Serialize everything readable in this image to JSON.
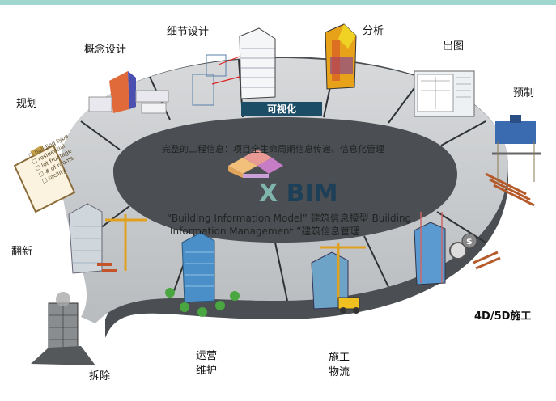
{
  "stages": {
    "planning": "规划",
    "concept": "概念设计",
    "detail": "细节设计",
    "analysis": "分析",
    "drawing": "出图",
    "prefab": "预制",
    "construction_4d5d": "4D/5D施工",
    "logistics_line1": "施工",
    "logistics_line2": "物流",
    "operation_line1": "运营",
    "operation_line2": "维护",
    "demolition": "拆除",
    "renovation": "翻新"
  },
  "visualization_tab": "可视化",
  "center_info": "完整的工程信息：项目全生命周期信息传递、信息化管理",
  "logo": {
    "prefix": "X",
    "word": "BIM"
  },
  "description": {
    "line1": "“Building Information Model” 建筑信息模型  Building",
    "line2": "Information Management ”建筑信息管理"
  },
  "checklist_lines": [
    "☐ building type",
    "☐ residential",
    "☐ lot frontage",
    "☐ # of rooms",
    "☐ facility"
  ],
  "colors": {
    "ring_top": "#c9cbcd",
    "ring_side": "#4b4f53",
    "accent_teal": "#9fd7cf",
    "tab_navy": "#1b4e66",
    "logo_teal": "#7fb5ad",
    "logo_navy": "#1d3f57",
    "analysis_hot": "#e8a21a"
  }
}
